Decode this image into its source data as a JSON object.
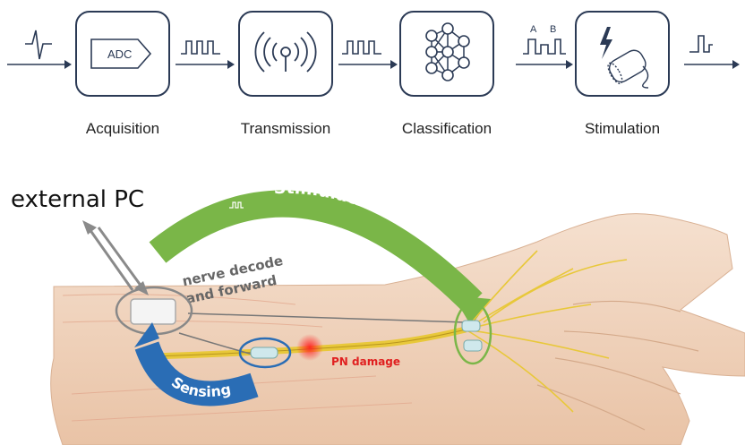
{
  "pipeline": {
    "stages": [
      {
        "label": "Acquisition",
        "icon": "adc-icon"
      },
      {
        "label": "Transmission",
        "icon": "wireless-antenna-icon"
      },
      {
        "label": "Classification",
        "icon": "neural-network-icon"
      },
      {
        "label": "Stimulation",
        "icon": "lightning-nerve-cuff-icon"
      }
    ],
    "adc_text": "ADC",
    "classes": [
      "A",
      "B"
    ]
  },
  "illustration": {
    "external_pc": "external PC",
    "stimulation_label": "Stimulation",
    "sensing_label": "Sensing",
    "decode_line1": "nerve decode",
    "decode_line2": "and forward",
    "damage_label": "PN damage"
  },
  "colors": {
    "stage_outline": "#2b3a55",
    "stimulation_arc": "#7ab648",
    "sensing_arc": "#2a6db5",
    "nerve": "#e8c83a",
    "skin": "#f3d9c4",
    "damage": "#e02020"
  }
}
